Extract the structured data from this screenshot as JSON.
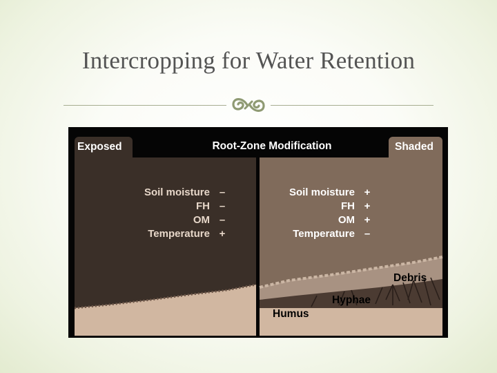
{
  "slide": {
    "title": "Intercropping for Water Retention",
    "ornament_icon": "flourish-ornament-icon"
  },
  "figure": {
    "title": "Root-Zone Modification",
    "left_tab": "Exposed",
    "right_tab": "Shaded",
    "exposed": {
      "properties": [
        {
          "label": "Soil moisture",
          "sign": "–"
        },
        {
          "label": "FH",
          "sign": "–"
        },
        {
          "label": "OM",
          "sign": "–"
        },
        {
          "label": "Temperature",
          "sign": "+"
        }
      ]
    },
    "shaded": {
      "properties": [
        {
          "label": "Soil moisture",
          "sign": "+"
        },
        {
          "label": "FH",
          "sign": "+"
        },
        {
          "label": "OM",
          "sign": "+"
        },
        {
          "label": "Temperature",
          "sign": "–"
        }
      ]
    },
    "layers": {
      "debris": "Debris",
      "hyphae": "Hyphae",
      "humus": "Humus"
    },
    "colors": {
      "exposed_panel": "#3a2f28",
      "shaded_panel": "#806b5b",
      "soil": "#d1b7a1",
      "frame": "#050505"
    }
  }
}
